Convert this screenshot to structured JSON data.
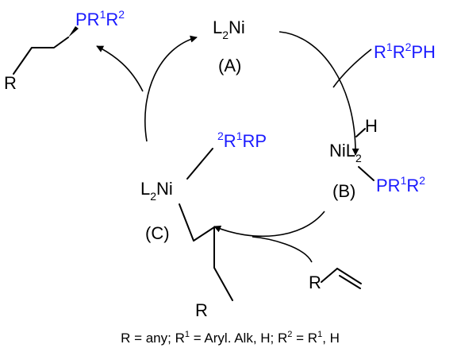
{
  "colors": {
    "black": "#000000",
    "blue": "#1a1aff"
  },
  "product": {
    "r": "R",
    "p": "PR",
    "sup1": "1",
    "r2": "R",
    "sup2": "2"
  },
  "A": {
    "l": "L",
    "sub": "2",
    "ni": "Ni",
    "label": "(A)"
  },
  "reagent": {
    "r": "R",
    "sup1": "1",
    "r2": "R",
    "sup2": "2",
    "ph": "PH"
  },
  "B": {
    "h": "H",
    "ni": "NiL",
    "sub": "2",
    "label": "(B)",
    "p": "PR",
    "sup1": "1",
    "r2": "R",
    "sup2": "2"
  },
  "C": {
    "sup2": "2",
    "r1": "R",
    "sup1": "1",
    "rp": "RP",
    "l": "L",
    "sub": "2",
    "ni": "Ni",
    "label": "(C)",
    "r": "R"
  },
  "alkene": {
    "r": "R"
  },
  "caption": {
    "p1": "R = any; R",
    "s1": "1",
    "p2": " = Aryl. Alk, H; R",
    "s2": "2",
    "p3": " = R",
    "s3": "1",
    "p4": ", H"
  }
}
